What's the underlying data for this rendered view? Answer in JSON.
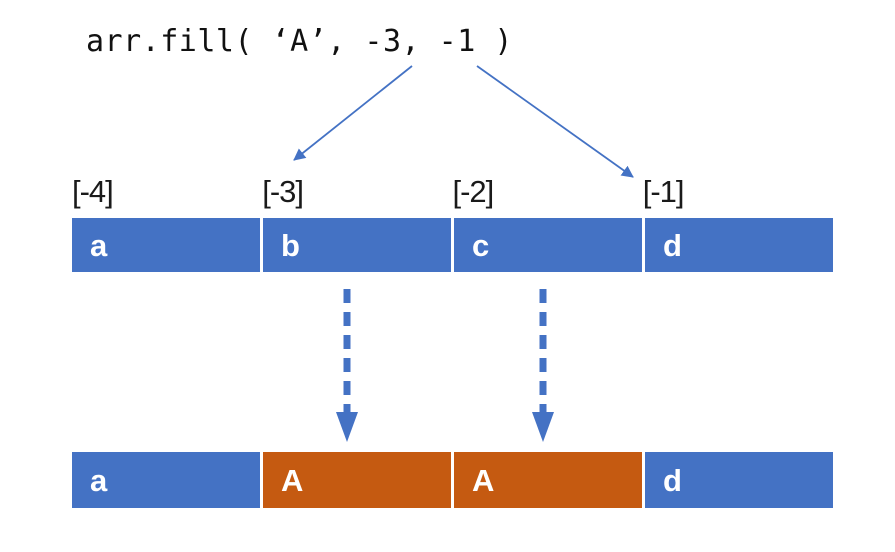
{
  "code": {
    "text": "arr.fill( ‘A’, -3, -1 )"
  },
  "index_labels": [
    "[-4]",
    "[-3]",
    "[-2]",
    "[-1]"
  ],
  "arrays": {
    "before": {
      "cells": [
        {
          "label": "a",
          "color": "blue"
        },
        {
          "label": "b",
          "color": "blue"
        },
        {
          "label": "c",
          "color": "blue"
        },
        {
          "label": "d",
          "color": "blue"
        }
      ]
    },
    "after": {
      "cells": [
        {
          "label": "a",
          "color": "blue"
        },
        {
          "label": "A",
          "color": "orange"
        },
        {
          "label": "A",
          "color": "orange"
        },
        {
          "label": "d",
          "color": "blue"
        }
      ]
    }
  },
  "colors": {
    "cell_blue": "#4472C4",
    "cell_orange": "#C55A11",
    "arrow_blue": "#4472C4",
    "cell_text": "#FFFFFF",
    "label_text": "#1A1A1A",
    "background": "#FFFFFF"
  }
}
